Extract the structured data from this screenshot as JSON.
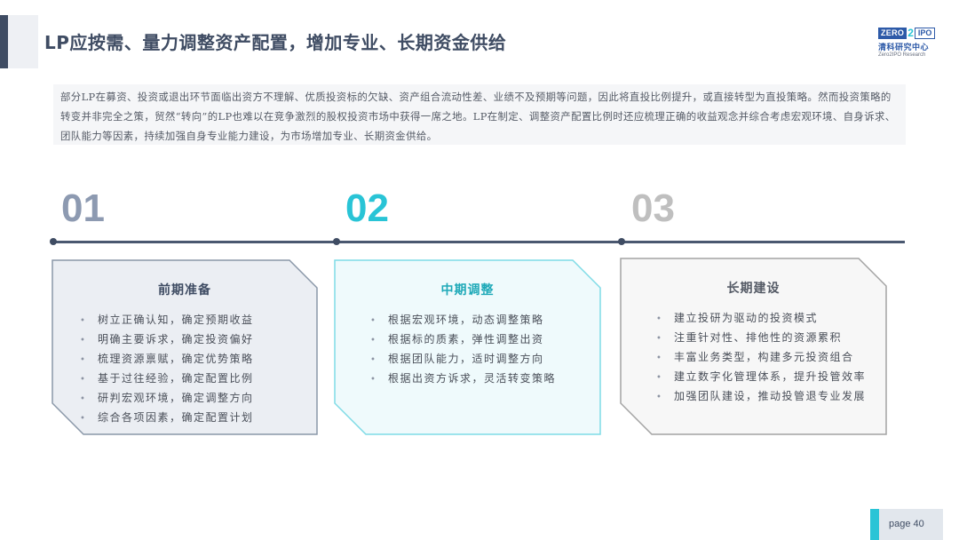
{
  "header": {
    "title": "LP应按需、量力调整资产配置，增加专业、长期资金供给",
    "accent_color": "#3f4c63"
  },
  "logo": {
    "zero": "ZERO",
    "two": "2",
    "ipo": "IPO",
    "cn_name": "清科研究中心",
    "en_name": "Zero2IPO Research"
  },
  "intro": {
    "text": "部分LP在募资、投资或退出环节面临出资方不理解、优质投资标的欠缺、资产组合流动性差、业绩不及预期等问题，因此将直投比例提升，或直接转型为直投策略。然而投资策略的转变并非完全之策，贸然“转向”的LP也难以在竞争激烈的股权投资市场中获得一席之地。LP在制定、调整资产配置比例时还应梳理正确的收益观念并综合考虑宏观环境、自身诉求、团队能力等因素，持续加强自身专业能力建设，为市场增加专业、长期资金供给。"
  },
  "steps": [
    {
      "number": "01",
      "color": "#8d9ab1",
      "title": "前期准备",
      "title_color": "#3f4c63",
      "fill": "#ebeef3",
      "border": "#8a97a8",
      "items": [
        "树立正确认知，确定预期收益",
        "明确主要诉求，确定投资偏好",
        "梳理资源禀赋，确定优势策略",
        "基于过往经验，确定配置比例",
        "研判宏观环境，确定调整方向",
        "综合各项因素，确定配置计划"
      ]
    },
    {
      "number": "02",
      "color": "#29c4d6",
      "title": "中期调整",
      "title_color": "#1fa9b8",
      "fill": "#effafc",
      "border": "#7fdbe6",
      "items": [
        "根据宏观环境，动态调整策略",
        "根据标的质素，弹性调整出资",
        "根据团队能力，适时调整方向",
        "根据出资方诉求，灵活转变策略"
      ]
    },
    {
      "number": "03",
      "color": "#bfbfbf",
      "title": "长期建设",
      "title_color": "#555b66",
      "fill": "#f7f7f7",
      "border": "#a3a3a3",
      "items": [
        "建立投研为驱动的投资模式",
        "注重针对性、排他性的资源累积",
        "丰富业务类型，构建多元投资组合",
        "建立数字化管理体系，提升投管效率",
        "加强团队建设，推动投管退专业发展"
      ]
    }
  ],
  "footer": {
    "page_label": "page  40",
    "accent_color": "#29c4d6"
  }
}
